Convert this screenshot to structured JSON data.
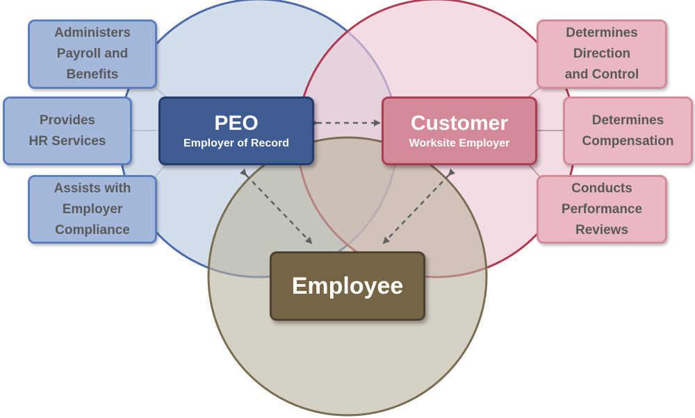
{
  "colors": {
    "peo_circle_fill": "#cdd8e8",
    "peo_circle_stroke": "#4a6aa8",
    "customer_circle_fill": "#efc9d6",
    "customer_circle_stroke": "#b03a52",
    "employee_circle_fill": "#bbb39f",
    "employee_circle_stroke": "#7a6e52",
    "arrow": "#606060",
    "connector": "#555555"
  },
  "peo": {
    "title": "PEO",
    "subtitle": "Employer of Record",
    "roles": [
      "Administers\nPayroll and\nBenefits",
      "Provides\nHR Services",
      "Assists with\nEmployer\nCompliance"
    ]
  },
  "customer": {
    "title": "Customer",
    "subtitle": "Worksite Employer",
    "roles": [
      "Determines\nDirection\nand Control",
      "Determines\nCompensation",
      "Conducts\nPerformance\nReviews"
    ]
  },
  "employee": {
    "title": "Employee"
  }
}
